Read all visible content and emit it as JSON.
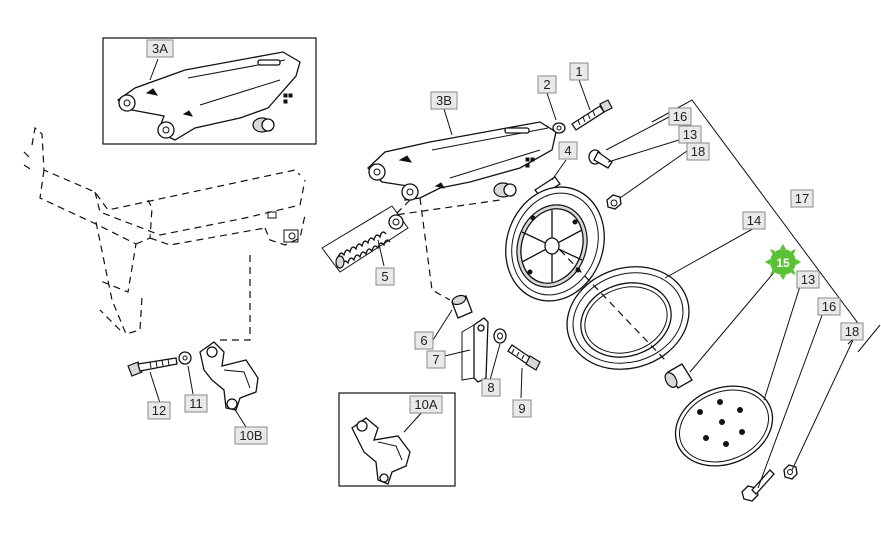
{
  "callouts": {
    "c3A": "3A",
    "c3B": "3B",
    "c1": "1",
    "c2": "2",
    "c4": "4",
    "c5": "5",
    "c6": "6",
    "c7": "7",
    "c8": "8",
    "c9": "9",
    "c10A": "10A",
    "c10B": "10B",
    "c11": "11",
    "c12": "12",
    "c13a": "13",
    "c13b": "13",
    "c14": "14",
    "c15": "15",
    "c16a": "16",
    "c16b": "16",
    "c17": "17",
    "c18a": "18",
    "c18b": "18"
  },
  "highlight": {
    "color": "#59c234",
    "callout": "15"
  }
}
